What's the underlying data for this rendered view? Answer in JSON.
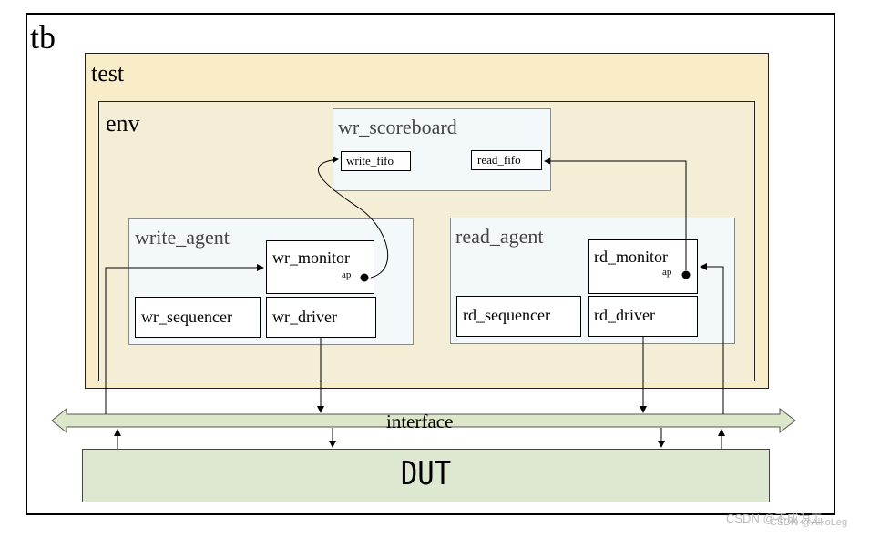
{
  "tb": "tb",
  "test": "test",
  "env": "env",
  "scoreboard": {
    "title": "wr_scoreboard",
    "write_fifo": "write_fifo",
    "read_fifo": "read_fifo"
  },
  "write_agent": {
    "title": "write_agent",
    "monitor": "wr_monitor",
    "ap": "ap",
    "sequencer": "wr_sequencer",
    "driver": "wr_driver"
  },
  "read_agent": {
    "title": "read_agent",
    "monitor": "rd_monitor",
    "ap": "ap",
    "sequencer": "rd_sequencer",
    "driver": "rd_driver"
  },
  "interface": "interface",
  "dut": "DUT",
  "watermark": {
    "back": "CSDN @不成为工",
    "front": "CSDN @AlkoLeg"
  },
  "colors": {
    "test_fill": "#f9ecc8",
    "env_fill": "#f4eed7",
    "component_fill": "#f3f9fb",
    "bus_fill": "#dce6c8",
    "dut_fill": "#dee8d0"
  }
}
